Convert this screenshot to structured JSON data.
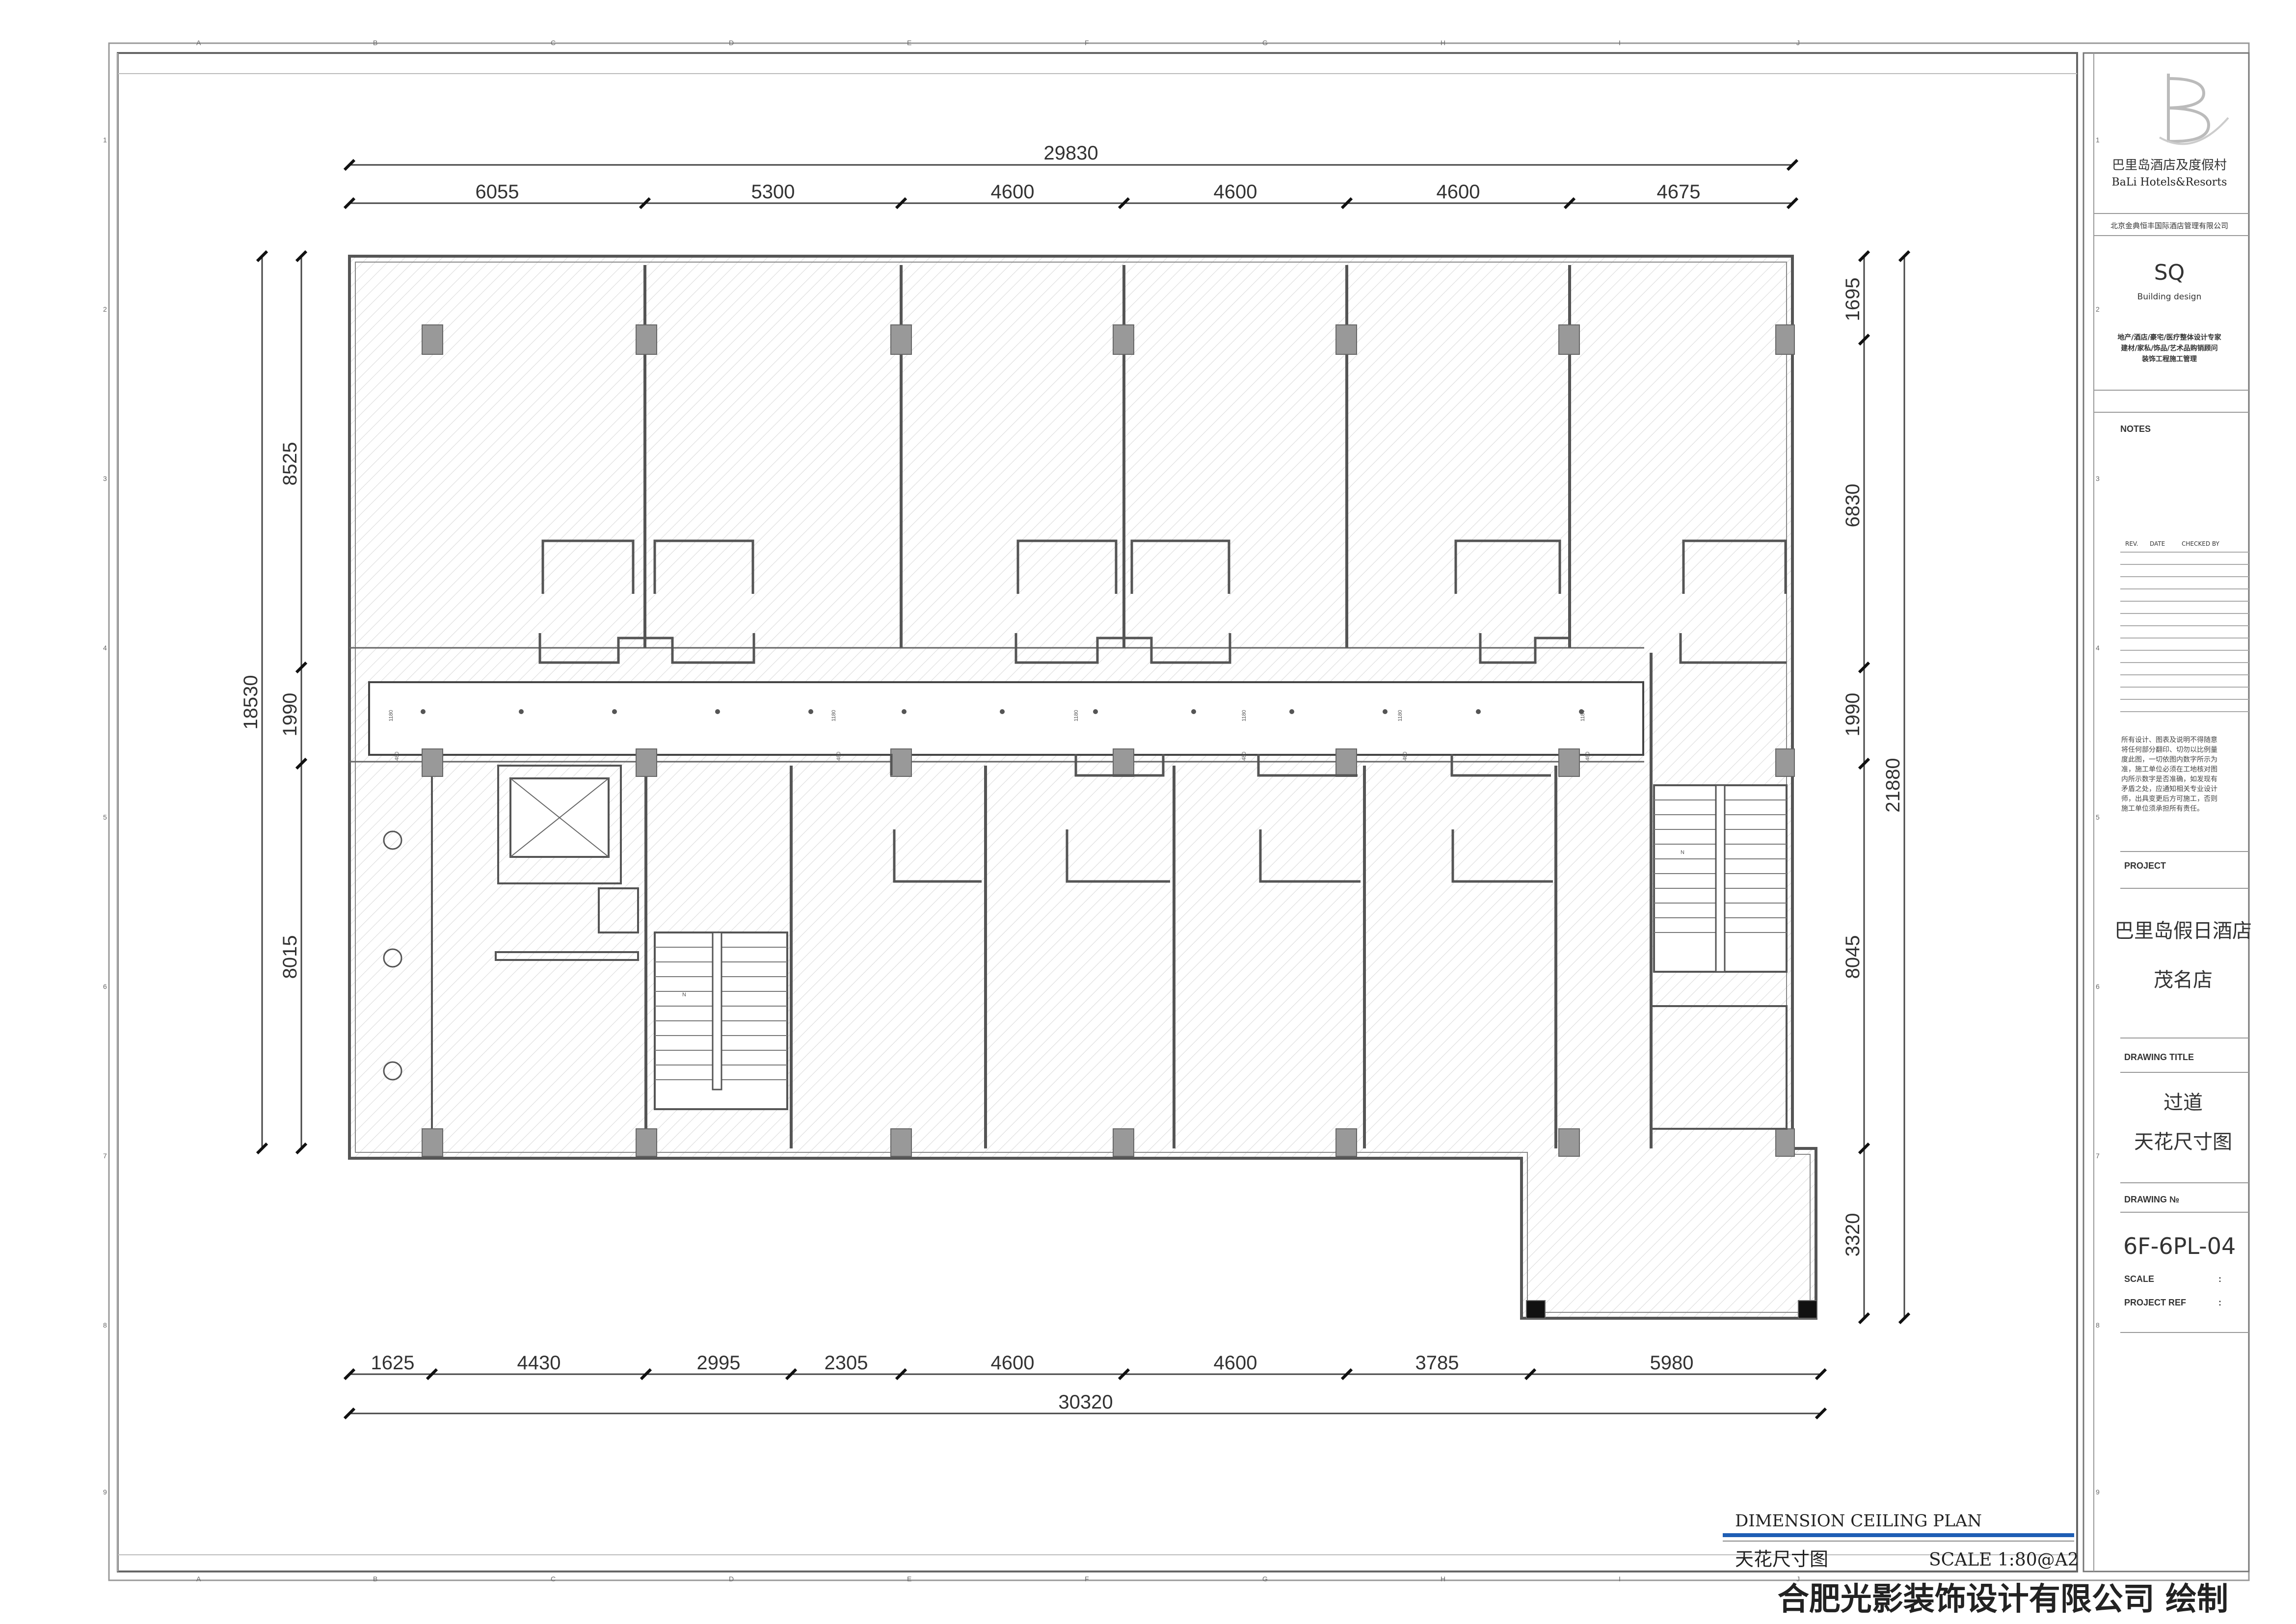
{
  "plan": {
    "top_overall": "29830",
    "top_segments": [
      "6055",
      "5300",
      "4600",
      "4600",
      "4600",
      "4675"
    ],
    "bottom_overall": "30320",
    "bottom_segments": [
      "1625",
      "4430",
      "2995",
      "2305",
      "4600",
      "4600",
      "3785",
      "5980"
    ],
    "left_overall": "18530",
    "left_segments": [
      "8525",
      "1990",
      "8015"
    ],
    "right_overall": "21880",
    "right_segments": [
      "1695",
      "6830",
      "1990",
      "8045",
      "3320"
    ],
    "corridor_height": "1180",
    "corridor_side_dim": "480",
    "north_mark": "N"
  },
  "grid": {
    "columns": [
      "A",
      "B",
      "C",
      "D",
      "E",
      "F",
      "G",
      "H",
      "I",
      "J"
    ],
    "rows": [
      "1",
      "2",
      "3",
      "4",
      "5",
      "6",
      "7",
      "8",
      "9"
    ]
  },
  "title_block": {
    "brand_cn": "巴里岛酒店及度假村",
    "brand_en": "BaLi Hotels&Resorts",
    "company": "北京金典恒丰国际酒店管理有限公司",
    "sq_logo": "SQ",
    "sq_sub": "Building design",
    "services": [
      "地产/酒店/豪宅/医疗整体设计专家",
      "建材/家私/饰品/艺术品购销顾问",
      "装饰工程施工管理"
    ],
    "notes_label": "NOTES",
    "rev_headers": [
      "REV.",
      "DATE",
      "CHECKED BY"
    ],
    "disclaimer": [
      "所有设计、图表及说明不得随意",
      "将任何部分翻印、切勿以比例量",
      "度此图，一切依图内数字所示为",
      "准，施工单位必须在工地核对图",
      "内所示数字是否准确，如发现有",
      "矛盾之处，应通知相关专业设计",
      "师，出具变更后方可施工，否则",
      "施工单位须承担所有责任。"
    ],
    "project_label": "PROJECT",
    "project_name": [
      "巴里岛假日酒店",
      "茂名店"
    ],
    "drawing_title_label": "DRAWING TITLE",
    "drawing_title": [
      "过道",
      "天花尺寸图"
    ],
    "drawing_no_label": "DRAWING №",
    "drawing_no": "6F-6PL-04",
    "scale_label": "SCALE",
    "project_ref_label": "PROJECT REF",
    "colon": ":"
  },
  "caption": {
    "title_en": "DIMENSION CEILING PLAN",
    "title_cn": "天花尺寸图",
    "scale": "SCALE  1:80@A2"
  },
  "footer": "合肥光影装饰设计有限公司 绘制"
}
